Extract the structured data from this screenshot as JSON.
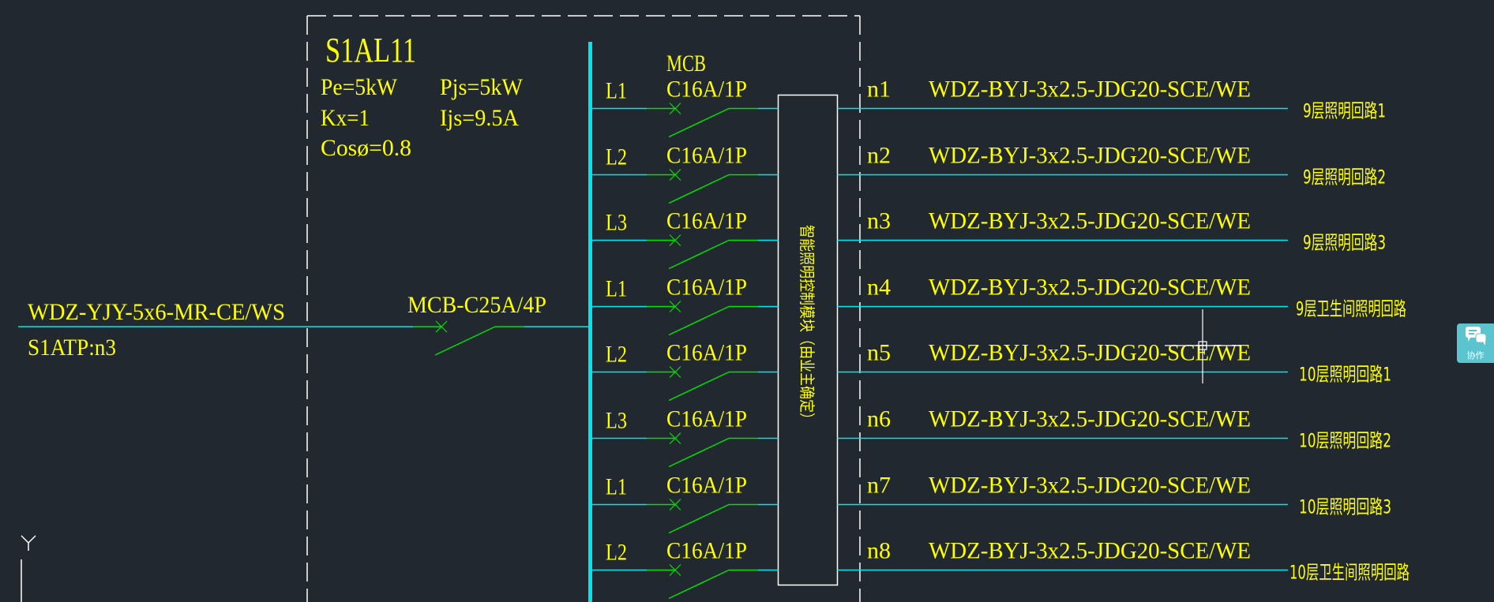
{
  "panel": {
    "name": "S1AL11",
    "params": {
      "pe": "Pe=5kW",
      "pjs": "Pjs=5kW",
      "kx": "Kx=1",
      "ijs": "Ijs=9.5A",
      "cos": "Cosø=0.8"
    }
  },
  "incoming": {
    "cable": "WDZ-YJY-5x6-MR-CE/WS",
    "source": "S1ATP:n3",
    "main_breaker": "MCB-C25A/4P"
  },
  "breaker_type_header": "MCB",
  "control_module": "智能照明控制模块（由业主确定）",
  "circuits": [
    {
      "phase": "L1",
      "breaker": "C16A/1P",
      "id": "n1",
      "cable": "WDZ-BYJ-3x2.5-JDG20-SCE/WE",
      "load": "9层照明回路1"
    },
    {
      "phase": "L2",
      "breaker": "C16A/1P",
      "id": "n2",
      "cable": "WDZ-BYJ-3x2.5-JDG20-SCE/WE",
      "load": "9层照明回路2"
    },
    {
      "phase": "L3",
      "breaker": "C16A/1P",
      "id": "n3",
      "cable": "WDZ-BYJ-3x2.5-JDG20-SCE/WE",
      "load": "9层照明回路3"
    },
    {
      "phase": "L1",
      "breaker": "C16A/1P",
      "id": "n4",
      "cable": "WDZ-BYJ-3x2.5-JDG20-SCE/WE",
      "load": "9层卫生间照明回路"
    },
    {
      "phase": "L2",
      "breaker": "C16A/1P",
      "id": "n5",
      "cable": "WDZ-BYJ-3x2.5-JDG20-SCE/WE",
      "load": "10层照明回路1"
    },
    {
      "phase": "L3",
      "breaker": "C16A/1P",
      "id": "n6",
      "cable": "WDZ-BYJ-3x2.5-JDG20-SCE/WE",
      "load": "10层照明回路2"
    },
    {
      "phase": "L1",
      "breaker": "C16A/1P",
      "id": "n7",
      "cable": "WDZ-BYJ-3x2.5-JDG20-SCE/WE",
      "load": "10层照明回路3"
    },
    {
      "phase": "L2",
      "breaker": "C16A/1P",
      "id": "n8",
      "cable": "WDZ-BYJ-3x2.5-JDG20-SCE/WE",
      "load": "10层卫生间照明回路"
    }
  ],
  "ucs": {
    "axis_label": "Y"
  },
  "sidebar": {
    "collab_label": "协作",
    "collab_icon": "chat-bubbles-icon"
  },
  "colors": {
    "background": "#212830",
    "text": "#ffff00",
    "wire": "#00e5ee",
    "bus": "#00e5ee",
    "breaker": "#00e000",
    "outline": "#ffffff",
    "accent": "#5cc4cf"
  }
}
